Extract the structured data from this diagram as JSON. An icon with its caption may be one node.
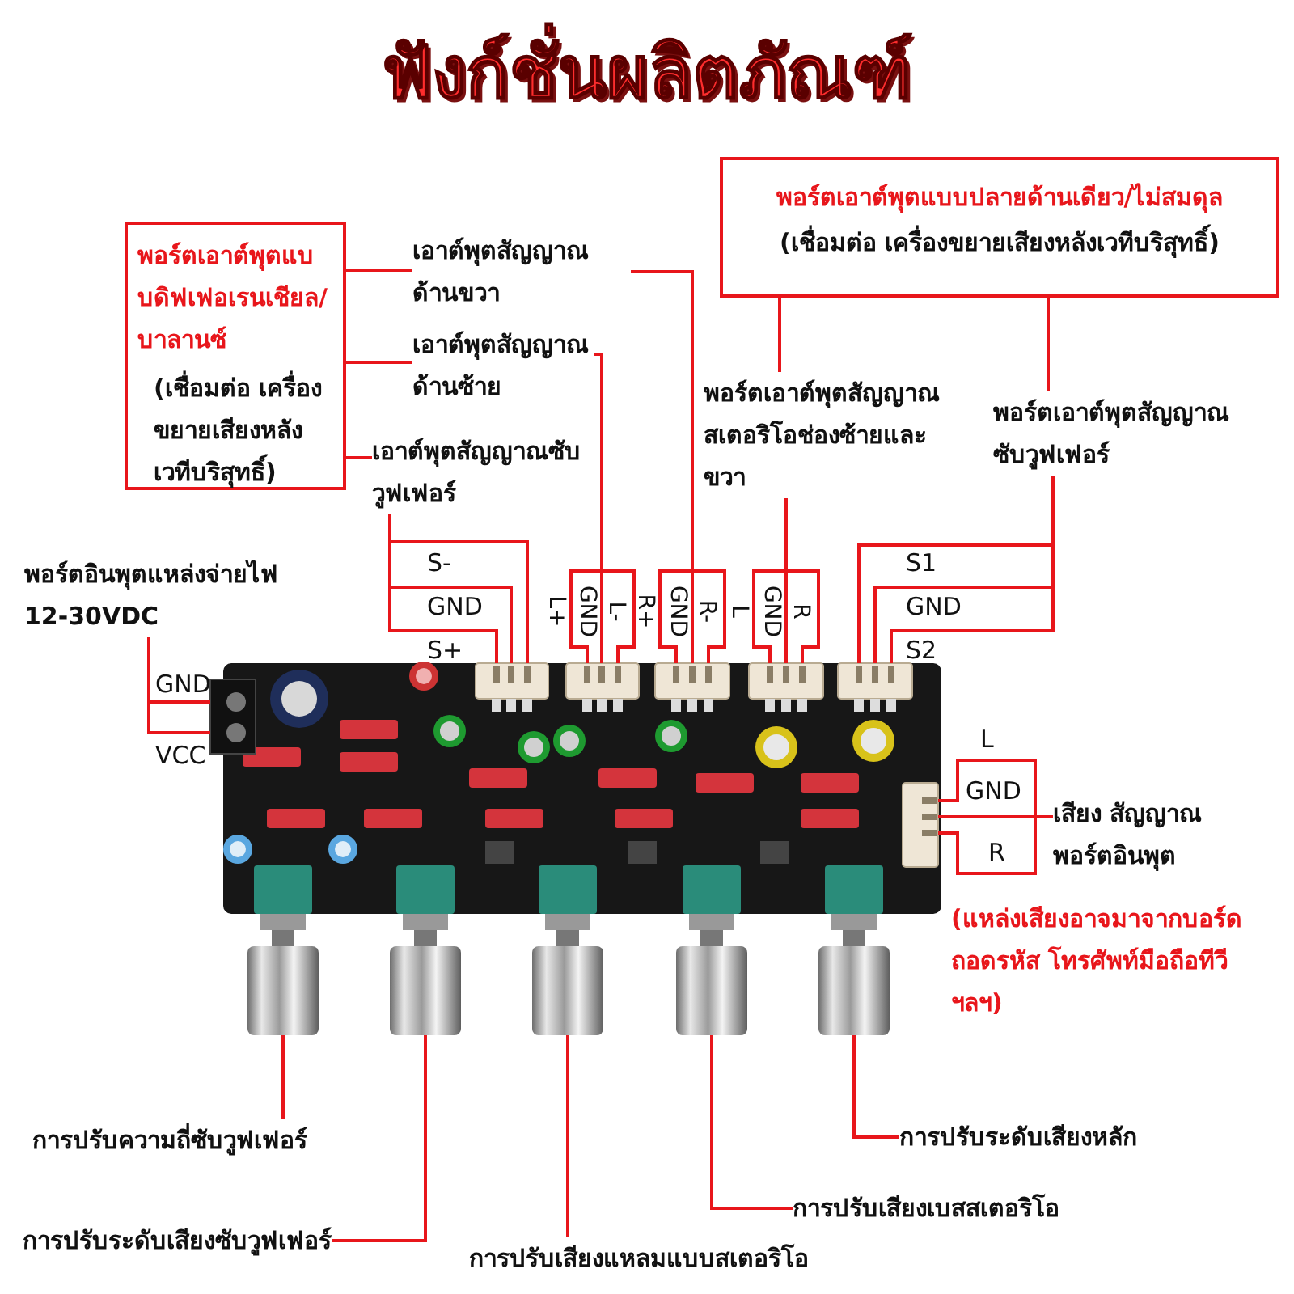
{
  "diagram": {
    "title": "ฟังก์ชั่นผลิตภัณฑ์",
    "nodes": [
      {
        "text": [
          "พอร์ตเอาต์พุตแบบดิฟเฟอเรนเชียล/บาลานซ์",
          "(เชื่อมต่อ เครื่องขยายเสียงหลังเวทีบริสุทธิ์)"
        ]
      },
      {
        "text": [
          "เอาต์พุตสัญญาณด้านขวา"
        ]
      },
      {
        "text": [
          "เอาต์พุตสัญญาณด้านซ้าย"
        ]
      },
      {
        "text": [
          "เอาต์พุตสัญญาณซับวูฟเฟอร์"
        ]
      },
      {
        "text": [
          "พอร์ตเอาต์พุตแบบปลายด้านเดียว/ไม่สมดุล",
          "(เชื่อมต่อ เครื่องขยายเสียงหลังเวทีบริสุทธิ์)"
        ]
      },
      {
        "text": [
          "พอร์ตเอาต์พุตสัญญาณสเตอริโอช่องซ้ายและขวา"
        ]
      },
      {
        "text": [
          "พอร์ตเอาต์พุตสัญญาณซับวูฟเฟอร์"
        ]
      },
      {
        "text": [
          "พอร์ตอินพุตแหล่งจ่ายไฟ 12-30VDC"
        ]
      },
      {
        "text": [
          "เสียง สัญญาณพอร์ตอินพุต"
        ]
      },
      {
        "text": [
          "การปรับความถี่ซับวูฟเฟอร์"
        ]
      },
      {
        "text": [
          "การปรับระดับเสียงซับวูฟเฟอร์"
        ]
      },
      {
        "text": [
          "การปรับเสียงแหลมแบบสเตอริโอ"
        ]
      },
      {
        "text": [
          "การปรับเสียงเบสสเตอริโอ"
        ]
      },
      {
        "text": [
          "การปรับระดับเสียงหลัก"
        ]
      },
      {
        "text": [],
        "shape": "picture"
      },
      {
        "text": [],
        "shape": "picture"
      },
      {
        "text": [],
        "shape": "picture"
      },
      {
        "text": [],
        "shape": "picture"
      },
      {
        "text": [],
        "shape": "picture"
      },
      {
        "text": [],
        "shape": "picture"
      },
      {
        "text": [],
        "shape": "picture"
      },
      {
        "text": [],
        "shape": "picture"
      },
      {
        "text": [],
        "shape": "picture"
      },
      {
        "text": [],
        "shape": "picture"
      },
      {
        "text": [],
        "shape": "picture"
      },
      {
        "text": [],
        "shape": "picture"
      }
    ],
    "edges": [
      {
        "from": 0,
        "to": 1,
        "arrow": "none"
      },
      {
        "from": 0,
        "to": 2,
        "arrow": "none"
      },
      {
        "from": 0,
        "to": 3,
        "arrow": "none"
      },
      {
        "from": 1,
        "to": 17,
        "arrow": "none"
      },
      {
        "from": 2,
        "to": 16,
        "arrow": "none"
      },
      {
        "from": 3,
        "to": 15,
        "arrow": "none"
      },
      {
        "from": 4,
        "to": 5,
        "arrow": "none"
      },
      {
        "from": 4,
        "to": 6,
        "arrow": "none"
      },
      {
        "from": 5,
        "to": 18,
        "arrow": "none"
      },
      {
        "from": 6,
        "to": 19,
        "arrow": "none"
      },
      {
        "from": 7,
        "to": 14,
        "arrow": "none"
      },
      {
        "from": 8,
        "to": 20,
        "arrow": "none"
      },
      {
        "from": 9,
        "to": 21,
        "arrow": "none"
      },
      {
        "from": 10,
        "to": 22,
        "arrow": "none"
      },
      {
        "from": 11,
        "to": 23,
        "arrow": "none"
      },
      {
        "from": 12,
        "to": 24,
        "arrow": "none"
      },
      {
        "from": 13,
        "to": 25,
        "arrow": "none"
      }
    ],
    "labels": [
      "S-",
      "GND",
      "S+",
      "L+",
      "GND",
      "L-",
      "R+",
      "GND",
      "R-",
      "L",
      "GND",
      "R",
      "S1",
      "GND",
      "S2",
      "GND",
      "VCC",
      "L",
      "GND",
      "R",
      "(แหล่งเสียงอาจมาจากบอร์ดถอดรหัส โทรศัพท์มือถือทีวี ฯลฯ)"
    ]
  }
}
